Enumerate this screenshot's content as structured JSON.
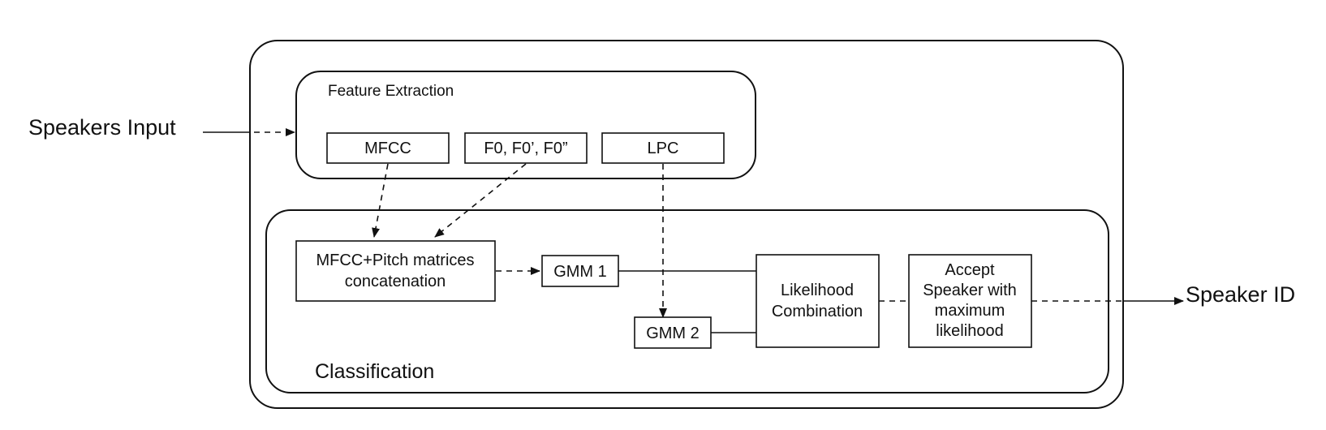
{
  "diagram": {
    "input_label": "Speakers Input",
    "output_label": "Speaker ID",
    "feature_extraction": {
      "title": "Feature Extraction",
      "boxes": {
        "mfcc": "MFCC",
        "pitch": "F0, F0’, F0”",
        "lpc": "LPC"
      }
    },
    "classification": {
      "title": "Classification",
      "concat_lines": [
        "MFCC+Pitch matrices",
        "concatenation"
      ],
      "gmm1": "GMM 1",
      "gmm2": "GMM 2",
      "likelihood_lines": [
        "Likelihood",
        "Combination"
      ],
      "accept_lines": [
        "Accept",
        "Speaker with",
        "maximum",
        "likelihood"
      ]
    }
  }
}
